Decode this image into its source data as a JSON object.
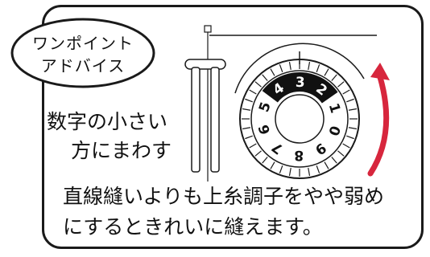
{
  "badge": {
    "line1": "ワンポイント",
    "line2": "アドバイス"
  },
  "side_note": {
    "line1": "数字の小さい",
    "line2": "方にまわす"
  },
  "advice": {
    "line1": "直線縫いよりも上糸調子をやや弱め",
    "line2": "にするときれいに縫えます。"
  },
  "dial": {
    "numbers": [
      "4",
      "3",
      "2",
      "1",
      "0",
      "9",
      "8",
      "7",
      "6",
      "5"
    ],
    "highlighted": [
      "4",
      "3",
      "2"
    ]
  },
  "colors": {
    "arrow": "#d7263d",
    "ink": "#1a1a1a"
  }
}
